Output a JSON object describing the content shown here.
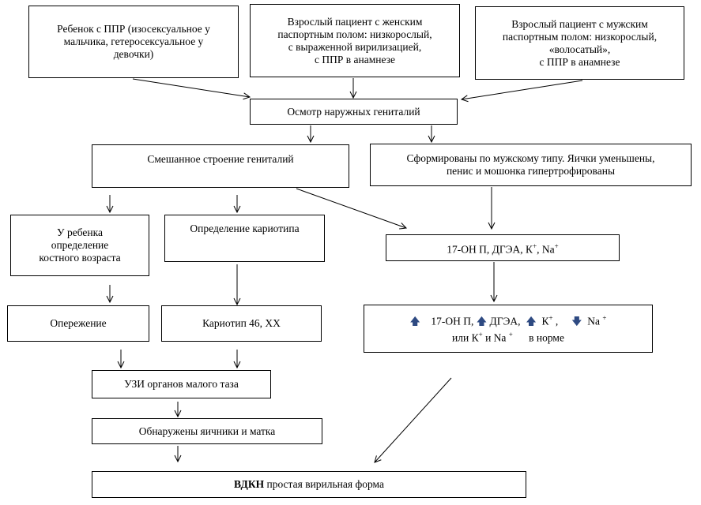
{
  "boxes": {
    "child_dsd": [
      "Ребенок с ППР (изосексуальное у",
      "мальчика, гетеросексуальное  у",
      "девочки)"
    ],
    "adult_female": [
      "Взрослый пациент с женским",
      "паспортным полом: низкорослый,",
      "с выраженной вирилизацией,",
      "с ППР в анамнезе"
    ],
    "adult_male": [
      "Взрослый пациент с мужским",
      "паспортным полом: низкорослый,",
      "«волосатый»,",
      "с ППР в анамнезе"
    ],
    "exam_genitals": "Осмотр наружных гениталий",
    "mixed_genitals": "Смешанное строение  гениталий",
    "male_type": [
      "Сформированы по мужскому типу. Яички уменьшены,",
      "пенис и мошонка гипертрофированы"
    ],
    "bone_age": [
      "У ребенка",
      "определение",
      "костного возраста"
    ],
    "karyotype": "Определение кариотипа",
    "labs": "17-ОН П, ДГЭА, К",
    "labs_sup1": "+",
    "labs_na": ", Na",
    "labs_sup2": "+",
    "advance": "Опережение",
    "karyotype_result": "Кариотип 46, ХХ",
    "lab_result_a": "17-ОН П,",
    "lab_result_b": "ДГЭА,",
    "lab_result_k": "К",
    "lab_result_k_sup": "+",
    "lab_result_comma": ",",
    "lab_result_na": "Na",
    "lab_result_na_sup": "+",
    "lab_result_or": "или К",
    "lab_result_or_sup": "+",
    "lab_result_and_na": "и Na",
    "lab_result_and_na_sup": "+",
    "lab_result_norm": "в норме",
    "pelvic_us": "УЗИ органов малого таза",
    "ovaries_uterus": "Обнаружены яичники и матка",
    "diagnosis_bold": "ВДКН",
    "diagnosis_rest": " простая вирильная форма"
  },
  "icons": {
    "up": "arrow-up-icon",
    "down": "arrow-down-icon",
    "color": "#2e4a82"
  }
}
